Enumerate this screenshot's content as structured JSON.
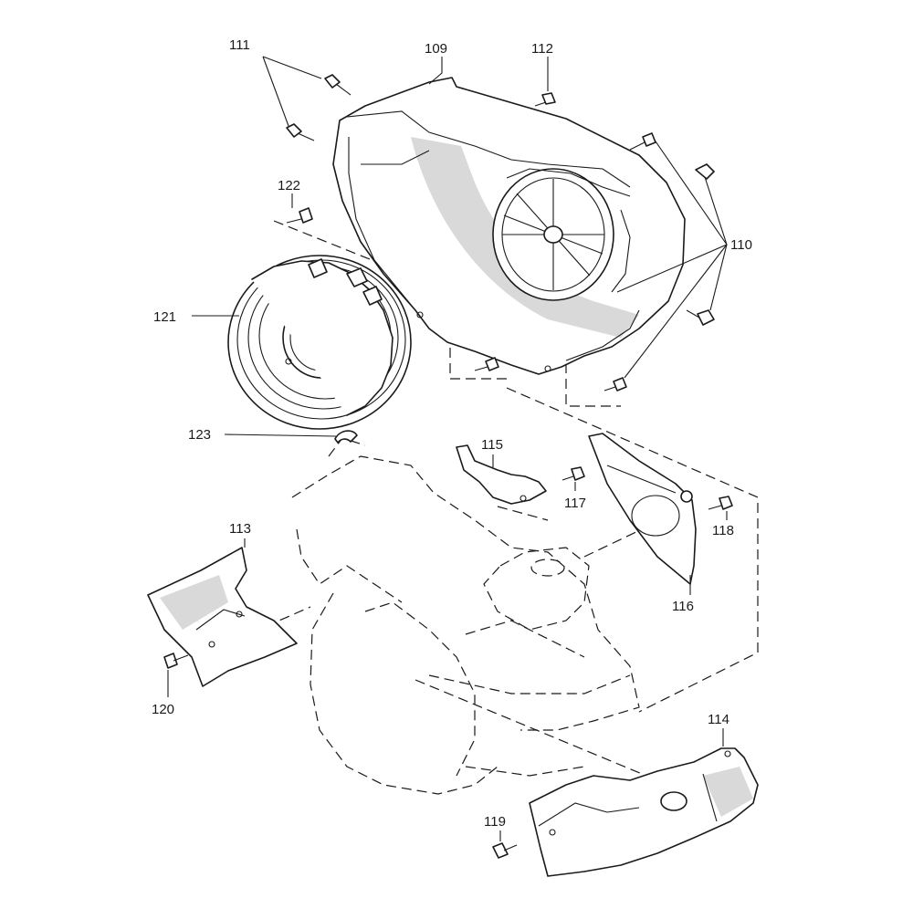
{
  "callouts": {
    "c109": "109",
    "c110": "110",
    "c111": "111",
    "c112": "112",
    "c113": "113",
    "c114": "114",
    "c115": "115",
    "c116": "116",
    "c117": "117",
    "c118": "118",
    "c119": "119",
    "c120": "120",
    "c121": "121",
    "c122": "122",
    "c123": "123"
  }
}
